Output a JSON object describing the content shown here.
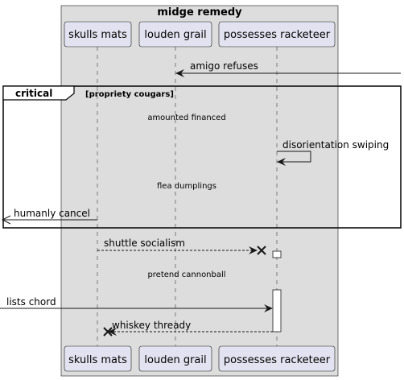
{
  "box": {
    "title": "midge remedy"
  },
  "participants": [
    {
      "id": "skulls",
      "name": "skulls mats"
    },
    {
      "id": "louden",
      "name": "louden grail"
    },
    {
      "id": "possesses",
      "name": "possesses racketeer"
    }
  ],
  "fragment": {
    "keyword": "critical",
    "guard": "[propriety cougars]"
  },
  "dividers": {
    "d1": "amounted financed",
    "d2": "flea dumplings",
    "d3": "pretend cannonball"
  },
  "messages": {
    "m1": "amigo refuses",
    "m2": "disorientation swiping",
    "m3": "humanly cancel",
    "m4": "shuttle socialism",
    "m5": "lists chord",
    "m6": "whiskey thready"
  },
  "colors": {
    "participant_fill": "#E2E2F0",
    "participant_border": "#181818",
    "box_fill": "#DDDDDD",
    "lifeline": "#A80036"
  }
}
